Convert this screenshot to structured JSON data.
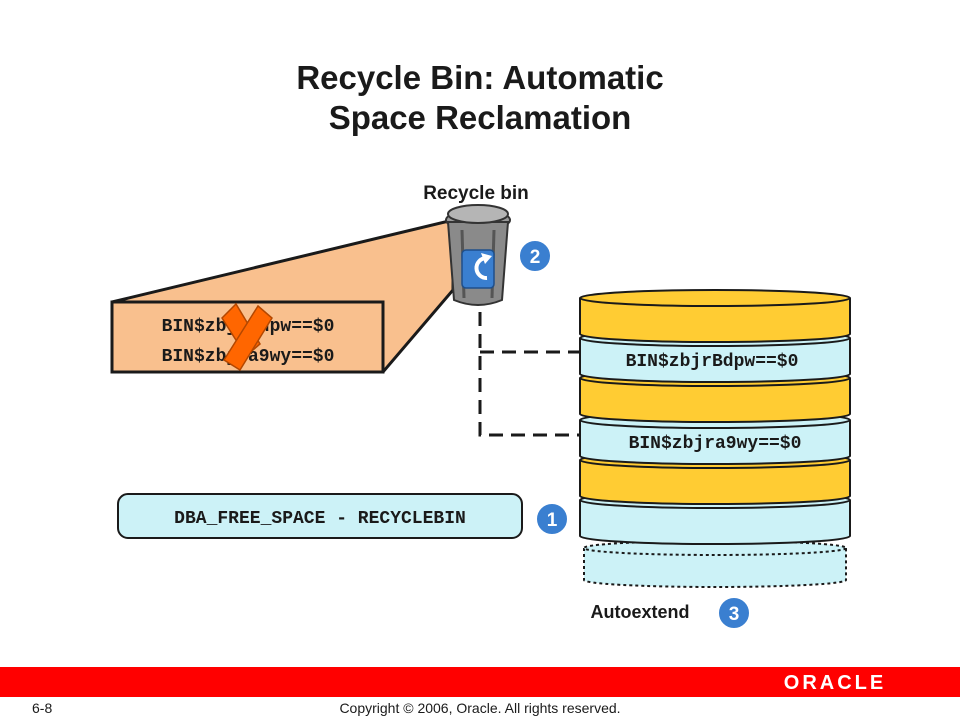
{
  "title": {
    "line1": "Recycle Bin: Automatic",
    "line2": "Space Reclamation"
  },
  "labels": {
    "recycle_bin": "Recycle bin",
    "autoextend": "Autoextend",
    "free_space_query": "DBA_FREE_SPACE - RECYCLEBIN"
  },
  "bin_objects": {
    "first": "BIN$zbjrBdpw==$0",
    "second": "BIN$zbjra9wy==$0"
  },
  "steps": {
    "one": "1",
    "two": "2",
    "three": "3"
  },
  "footer": {
    "page": "6-8",
    "copyright": "Copyright © 2006, Oracle. All rights reserved.",
    "logo": "ORACLE"
  },
  "colors": {
    "slab": "#f9c08e",
    "extent_used": "#ffcc33",
    "extent_free": "#ccf2f7",
    "badge": "#3a7fd0",
    "footer": "#ff0000",
    "cross": "#ff6600"
  },
  "icons": [
    "trash-bin-icon",
    "recycle-arrow-icon",
    "cross-icon"
  ]
}
